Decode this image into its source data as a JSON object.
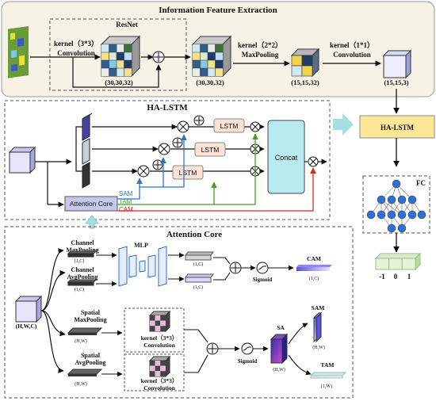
{
  "top": {
    "title": "Information Feature Extraction",
    "resnet": "ResNet",
    "kernel1_line1": "kernel（3*3）",
    "kernel1_line2": "Convolution",
    "dim1": "(30,30,32)",
    "dim2": "(30,30,32)",
    "kernel2_line1": "kernel（2*2）",
    "kernel2_line2": "MaxPooling",
    "dim3": "(15,15,32)",
    "kernel3_line1": "kernel（1*1）",
    "kernel3_line2": "Convolution",
    "dim4": "(15,15,3)"
  },
  "hal": {
    "title": "HA-LSTM",
    "lstm": "LSTM",
    "concat": "Concat",
    "attention_core": "Attention Core",
    "sam": "SAM",
    "tam": "TAM",
    "cam": "CAM"
  },
  "right": {
    "halstm": "HA-LSTM",
    "fc": "FC",
    "outputs": [
      "-1",
      "0",
      "1"
    ]
  },
  "ac": {
    "title": "Attention Core",
    "input_dim": "(H,W,C)",
    "ch_max_1": "Channel",
    "ch_max_2": "MaxPooling",
    "ch_avg_1": "Channel",
    "ch_avg_2": "AvgPooling",
    "dim_1c_a": "(1,C)",
    "dim_1c_b": "(1,C)",
    "mlp": "MLP",
    "dim_1c_c": "(1,C)",
    "dim_1c_d": "(1,C)",
    "sigmoid_1": "Sigmoid",
    "cam": "CAM",
    "dim_cam": "(1,C)",
    "sp_max_1": "Spatial",
    "sp_max_2": "MaxPooling",
    "sp_avg_1": "Spatial",
    "sp_avg_2": "AvgPooling",
    "dim_hw_a": "(H,W)",
    "dim_hw_b": "(H,W)",
    "kconv_a_1": "kernel（3*3）",
    "kconv_a_2": "Convolution",
    "kconv_b_1": "kernel（3*3）",
    "kconv_b_2": "Convolution",
    "sigmoid_2": "Sigmoid",
    "sa": "SA",
    "dim_sa": "(H,W)",
    "sam": "SAM",
    "dim_sam": "(H,W)",
    "tam": "TAM",
    "dim_tam": "(1,W)"
  },
  "colors": {
    "blue": "#2f74c6",
    "green": "#4b9b2a",
    "red": "#d8281a",
    "lstm_fill": "#fbe2d5",
    "concat_fill": "#b9eaf0",
    "halstm_fill": "#ffe79a"
  }
}
